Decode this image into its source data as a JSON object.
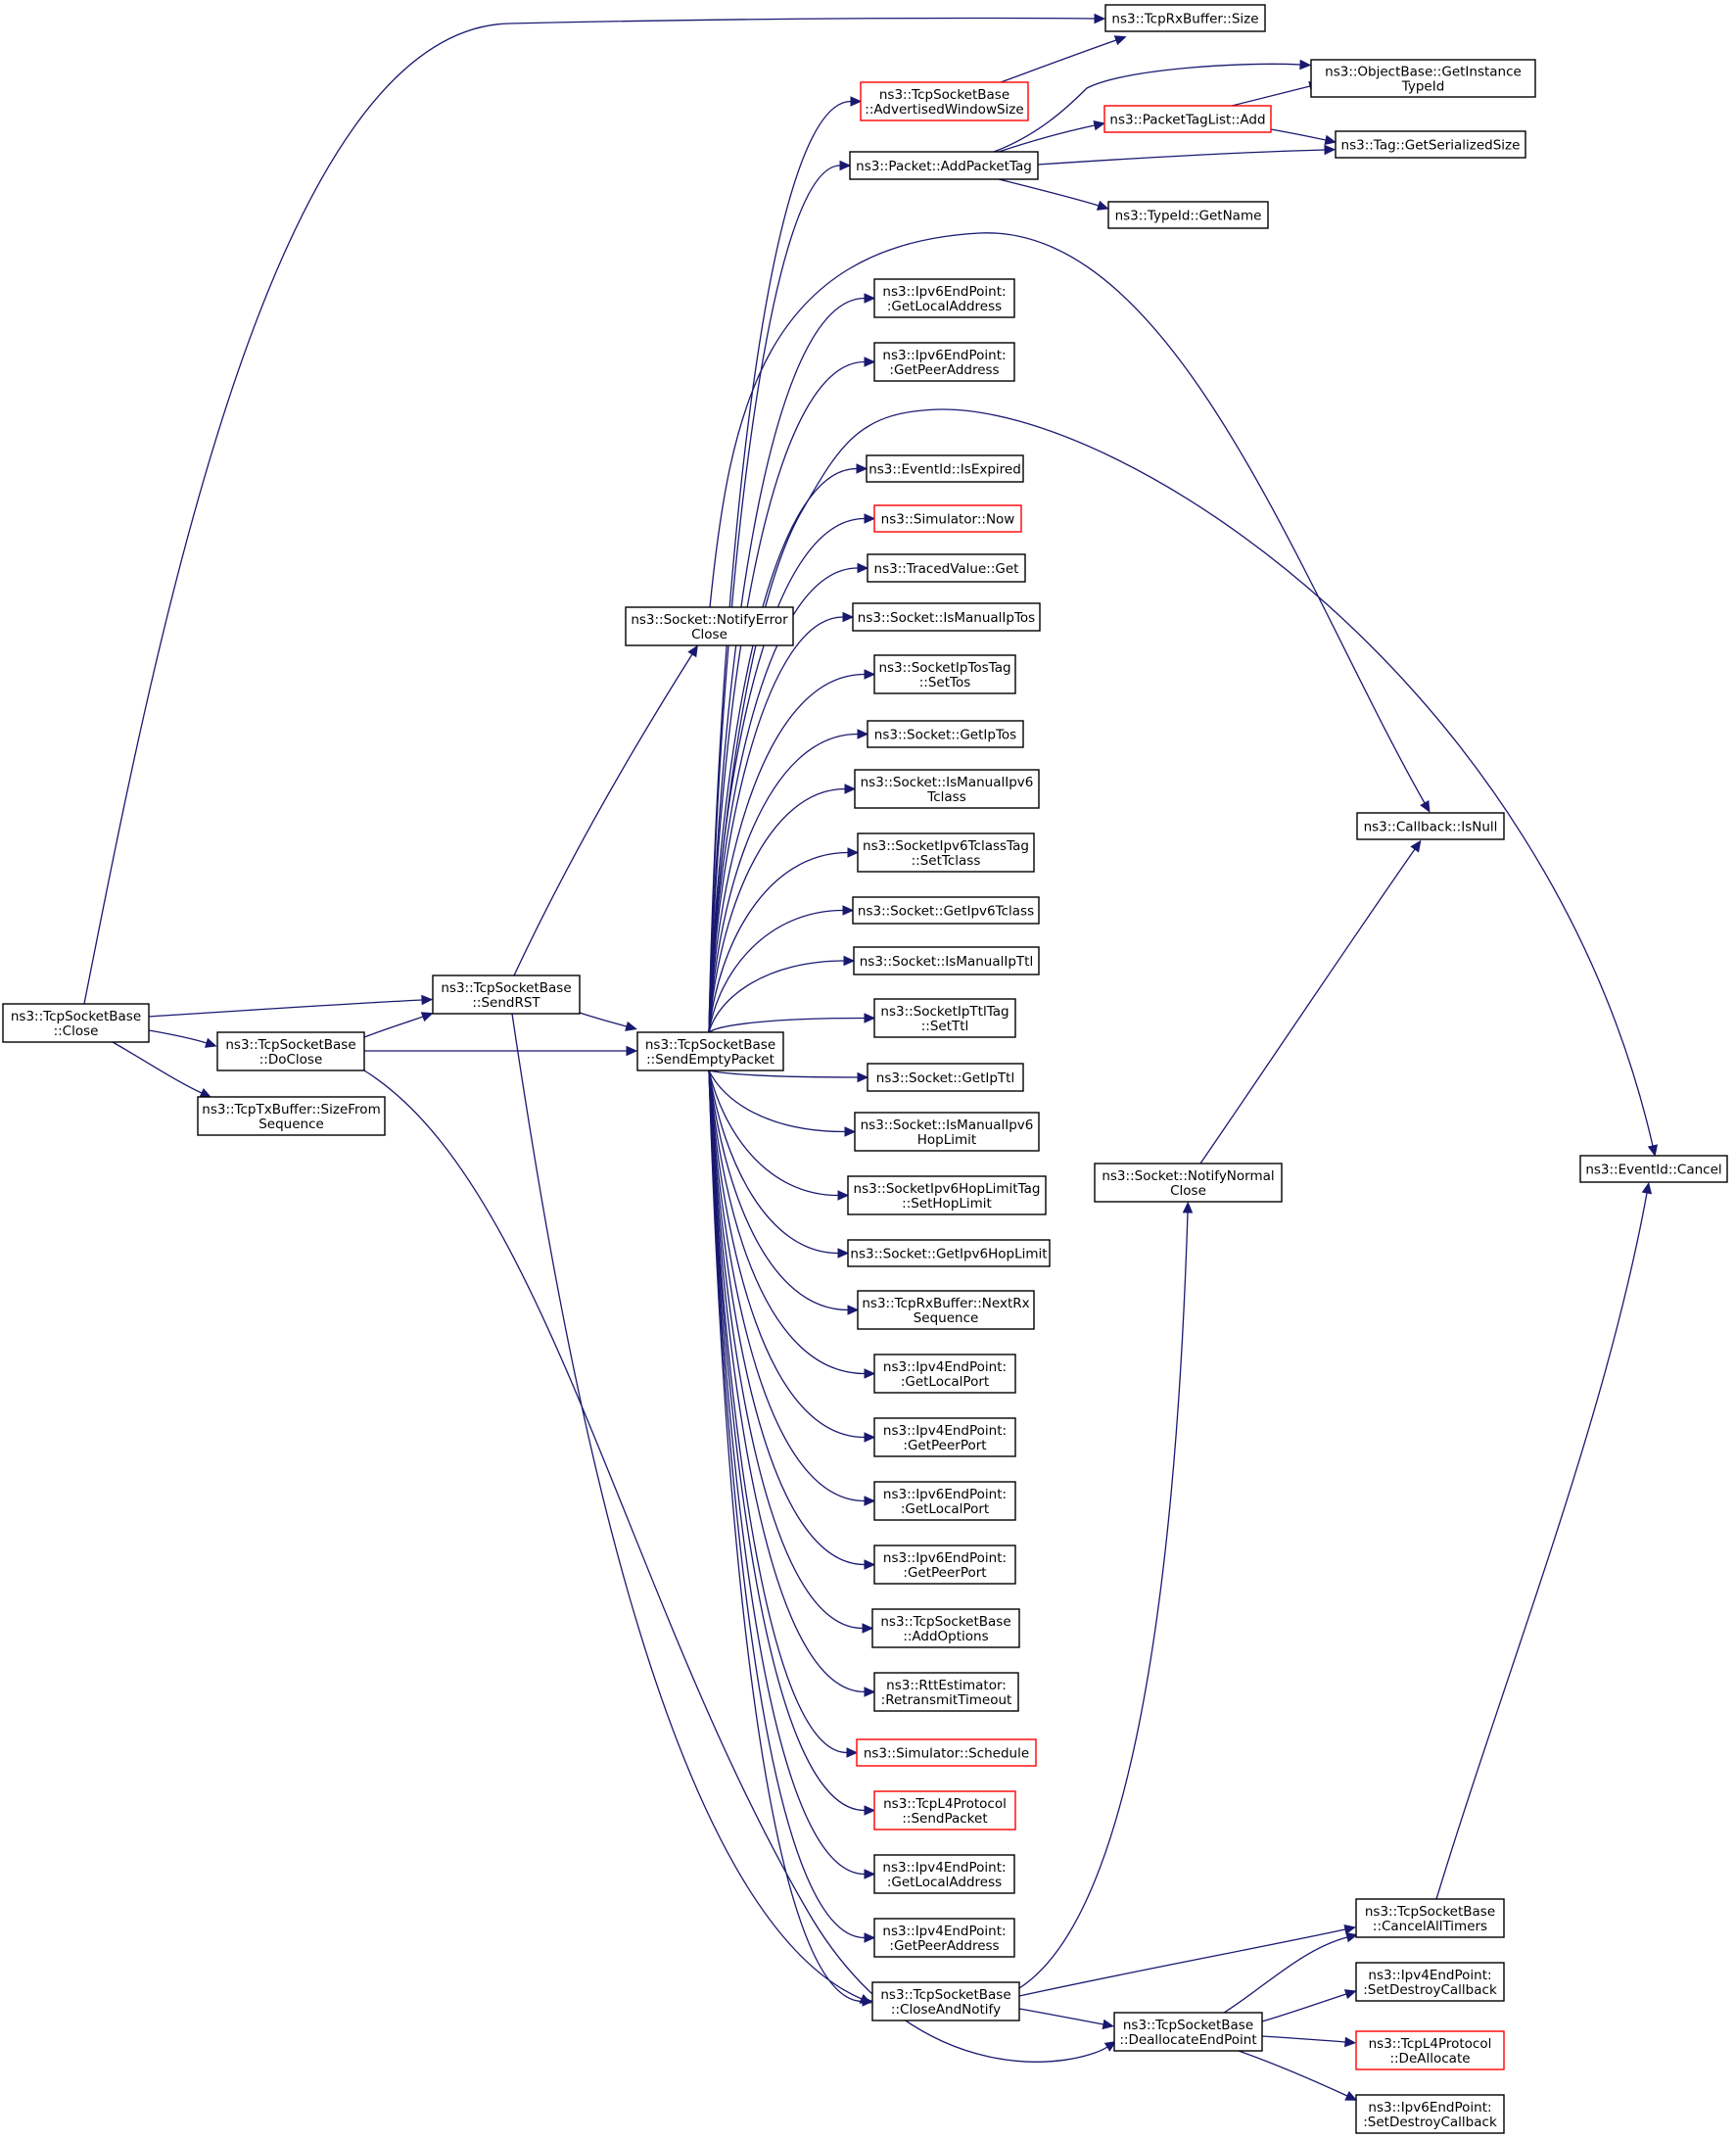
{
  "colors": {
    "edge": "#191970",
    "node_border": "#000000",
    "node_border_truncated": "#ff0000",
    "root_fill": "#bfbfbf",
    "node_fill": "#ffffff"
  },
  "nodes": [
    {
      "id": "close",
      "lines": [
        "ns3::TcpSocketBase",
        "::Close"
      ],
      "root": true
    },
    {
      "id": "doclose",
      "lines": [
        "ns3::TcpSocketBase",
        "::DoClose"
      ]
    },
    {
      "id": "txsize",
      "lines": [
        "ns3::TcpTxBuffer::SizeFrom",
        "Sequence"
      ]
    },
    {
      "id": "sendrst",
      "lines": [
        "ns3::TcpSocketBase",
        "::SendRST"
      ]
    },
    {
      "id": "notifyerr",
      "lines": [
        "ns3::Socket::NotifyError",
        "Close"
      ]
    },
    {
      "id": "sendempty",
      "lines": [
        "ns3::TcpSocketBase",
        "::SendEmptyPacket"
      ]
    },
    {
      "id": "rxsize",
      "lines": [
        "ns3::TcpRxBuffer::Size"
      ]
    },
    {
      "id": "advwin",
      "lines": [
        "ns3::TcpSocketBase",
        "::AdvertisedWindowSize"
      ],
      "truncated": true
    },
    {
      "id": "addtag",
      "lines": [
        "ns3::Packet::AddPacketTag"
      ]
    },
    {
      "id": "objinst",
      "lines": [
        "ns3::ObjectBase::GetInstance",
        "TypeId"
      ]
    },
    {
      "id": "ptladd",
      "lines": [
        "ns3::PacketTagList::Add"
      ],
      "truncated": true
    },
    {
      "id": "tagser",
      "lines": [
        "ns3::Tag::GetSerializedSize"
      ]
    },
    {
      "id": "typename",
      "lines": [
        "ns3::TypeId::GetName"
      ]
    },
    {
      "id": "v6locaddr",
      "lines": [
        "ns3::Ipv6EndPoint:",
        ":GetLocalAddress"
      ]
    },
    {
      "id": "v6peeraddr",
      "lines": [
        "ns3::Ipv6EndPoint:",
        ":GetPeerAddress"
      ]
    },
    {
      "id": "isexpired",
      "lines": [
        "ns3::EventId::IsExpired"
      ]
    },
    {
      "id": "now",
      "lines": [
        "ns3::Simulator::Now"
      ],
      "truncated": true
    },
    {
      "id": "tvget",
      "lines": [
        "ns3::TracedValue::Get"
      ]
    },
    {
      "id": "ismiptos",
      "lines": [
        "ns3::Socket::IsManualIpTos"
      ]
    },
    {
      "id": "settos",
      "lines": [
        "ns3::SocketIpTosTag",
        "::SetTos"
      ]
    },
    {
      "id": "getiptos",
      "lines": [
        "ns3::Socket::GetIpTos"
      ]
    },
    {
      "id": "ismv6tc",
      "lines": [
        "ns3::Socket::IsManualIpv6",
        "Tclass"
      ]
    },
    {
      "id": "settclass",
      "lines": [
        "ns3::SocketIpv6TclassTag",
        "::SetTclass"
      ]
    },
    {
      "id": "getv6tc",
      "lines": [
        "ns3::Socket::GetIpv6Tclass"
      ]
    },
    {
      "id": "ismipttl",
      "lines": [
        "ns3::Socket::IsManualIpTtl"
      ]
    },
    {
      "id": "setttl",
      "lines": [
        "ns3::SocketIpTtlTag",
        "::SetTtl"
      ]
    },
    {
      "id": "getipttl",
      "lines": [
        "ns3::Socket::GetIpTtl"
      ]
    },
    {
      "id": "ismv6hop",
      "lines": [
        "ns3::Socket::IsManualIpv6",
        "HopLimit"
      ]
    },
    {
      "id": "sethoplimit",
      "lines": [
        "ns3::SocketIpv6HopLimitTag",
        "::SetHopLimit"
      ]
    },
    {
      "id": "getv6hop",
      "lines": [
        "ns3::Socket::GetIpv6HopLimit"
      ]
    },
    {
      "id": "nextrx",
      "lines": [
        "ns3::TcpRxBuffer::NextRx",
        "Sequence"
      ]
    },
    {
      "id": "v4locport",
      "lines": [
        "ns3::Ipv4EndPoint:",
        ":GetLocalPort"
      ]
    },
    {
      "id": "v4peerport",
      "lines": [
        "ns3::Ipv4EndPoint:",
        ":GetPeerPort"
      ]
    },
    {
      "id": "v6locport",
      "lines": [
        "ns3::Ipv6EndPoint:",
        ":GetLocalPort"
      ]
    },
    {
      "id": "v6peerport",
      "lines": [
        "ns3::Ipv6EndPoint:",
        ":GetPeerPort"
      ]
    },
    {
      "id": "addopts",
      "lines": [
        "ns3::TcpSocketBase",
        "::AddOptions"
      ]
    },
    {
      "id": "rto",
      "lines": [
        "ns3::RttEstimator:",
        ":RetransmitTimeout"
      ]
    },
    {
      "id": "schedule",
      "lines": [
        "ns3::Simulator::Schedule"
      ],
      "truncated": true
    },
    {
      "id": "sendpacket",
      "lines": [
        "ns3::TcpL4Protocol",
        "::SendPacket"
      ],
      "truncated": true
    },
    {
      "id": "v4locaddr",
      "lines": [
        "ns3::Ipv4EndPoint:",
        ":GetLocalAddress"
      ]
    },
    {
      "id": "v4peeraddr",
      "lines": [
        "ns3::Ipv4EndPoint:",
        ":GetPeerAddress"
      ]
    },
    {
      "id": "closenotify",
      "lines": [
        "ns3::TcpSocketBase",
        "::CloseAndNotify"
      ]
    },
    {
      "id": "isnull",
      "lines": [
        "ns3::Callback::IsNull"
      ]
    },
    {
      "id": "notifynorm",
      "lines": [
        "ns3::Socket::NotifyNormal",
        "Close"
      ]
    },
    {
      "id": "cancel",
      "lines": [
        "ns3::EventId::Cancel"
      ]
    },
    {
      "id": "canceltimers",
      "lines": [
        "ns3::TcpSocketBase",
        "::CancelAllTimers"
      ]
    },
    {
      "id": "dealloc",
      "lines": [
        "ns3::TcpSocketBase",
        "::DeallocateEndPoint"
      ]
    },
    {
      "id": "v4setdestroy",
      "lines": [
        "ns3::Ipv4EndPoint:",
        ":SetDestroyCallback"
      ]
    },
    {
      "id": "l4dealloc",
      "lines": [
        "ns3::TcpL4Protocol",
        "::DeAllocate"
      ],
      "truncated": true
    },
    {
      "id": "v6setdestroy",
      "lines": [
        "ns3::Ipv6EndPoint:",
        ":SetDestroyCallback"
      ]
    }
  ],
  "edges": [
    [
      "close",
      "rxsize"
    ],
    [
      "close",
      "sendrst"
    ],
    [
      "close",
      "doclose"
    ],
    [
      "close",
      "txsize"
    ],
    [
      "doclose",
      "sendrst"
    ],
    [
      "doclose",
      "sendempty"
    ],
    [
      "doclose",
      "dealloc"
    ],
    [
      "sendrst",
      "notifyerr"
    ],
    [
      "sendrst",
      "sendempty"
    ],
    [
      "sendrst",
      "closenotify"
    ],
    [
      "notifyerr",
      "isnull"
    ],
    [
      "advwin",
      "rxsize"
    ],
    [
      "addtag",
      "objinst"
    ],
    [
      "addtag",
      "ptladd"
    ],
    [
      "addtag",
      "tagser"
    ],
    [
      "addtag",
      "typename"
    ],
    [
      "ptladd",
      "objinst"
    ],
    [
      "ptladd",
      "tagser"
    ],
    [
      "sendempty",
      "advwin"
    ],
    [
      "sendempty",
      "addtag"
    ],
    [
      "sendempty",
      "v6locaddr"
    ],
    [
      "sendempty",
      "v6peeraddr"
    ],
    [
      "sendempty",
      "isexpired"
    ],
    [
      "sendempty",
      "now"
    ],
    [
      "sendempty",
      "tvget"
    ],
    [
      "sendempty",
      "ismiptos"
    ],
    [
      "sendempty",
      "settos"
    ],
    [
      "sendempty",
      "getiptos"
    ],
    [
      "sendempty",
      "ismv6tc"
    ],
    [
      "sendempty",
      "settclass"
    ],
    [
      "sendempty",
      "getv6tc"
    ],
    [
      "sendempty",
      "ismipttl"
    ],
    [
      "sendempty",
      "setttl"
    ],
    [
      "sendempty",
      "getipttl"
    ],
    [
      "sendempty",
      "ismv6hop"
    ],
    [
      "sendempty",
      "sethoplimit"
    ],
    [
      "sendempty",
      "getv6hop"
    ],
    [
      "sendempty",
      "nextrx"
    ],
    [
      "sendempty",
      "v4locport"
    ],
    [
      "sendempty",
      "v4peerport"
    ],
    [
      "sendempty",
      "v6locport"
    ],
    [
      "sendempty",
      "v6peerport"
    ],
    [
      "sendempty",
      "addopts"
    ],
    [
      "sendempty",
      "rto"
    ],
    [
      "sendempty",
      "schedule"
    ],
    [
      "sendempty",
      "sendpacket"
    ],
    [
      "sendempty",
      "v4locaddr"
    ],
    [
      "sendempty",
      "v4peeraddr"
    ],
    [
      "sendempty",
      "closenotify"
    ],
    [
      "sendempty",
      "cancel"
    ],
    [
      "closenotify",
      "notifynorm"
    ],
    [
      "closenotify",
      "canceltimers"
    ],
    [
      "closenotify",
      "dealloc"
    ],
    [
      "notifynorm",
      "isnull"
    ],
    [
      "canceltimers",
      "cancel"
    ],
    [
      "dealloc",
      "canceltimers"
    ],
    [
      "dealloc",
      "v4setdestroy"
    ],
    [
      "dealloc",
      "l4dealloc"
    ],
    [
      "dealloc",
      "v6setdestroy"
    ]
  ]
}
